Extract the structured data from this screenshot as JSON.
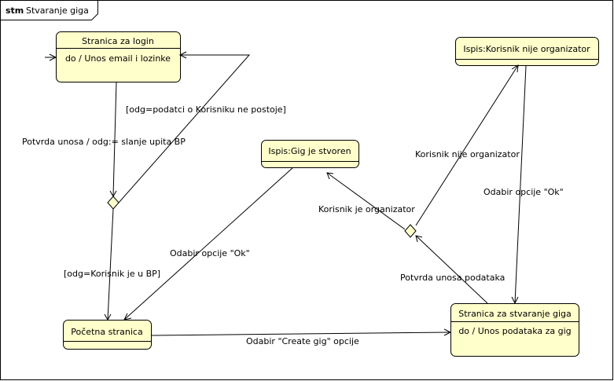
{
  "diagram": {
    "kind_label": "stm",
    "name": "Stvaranje giga"
  },
  "states": {
    "login": {
      "title": "Stranica za login",
      "activity": "do / Unos email i lozinke"
    },
    "gig_created": {
      "title": "Ispis:Gig je stvoren"
    },
    "not_organizer": {
      "title": "Ispis:Korisnik nije organizator"
    },
    "home": {
      "title": "Početna stranica"
    },
    "create_gig": {
      "title": "Stranica za stvaranje giga",
      "activity": "do / Unos podataka za gig"
    }
  },
  "transitions": {
    "login_submit": "Potvrda unosa / odg:= slanje upita BP",
    "user_missing": "[odg=podatci o Korisniku ne postoje]",
    "user_exists": "[odg=Korisnik je u BP]",
    "ok_to_home": "Odabir opcije \"Ok\"",
    "choose_create": "Odabir \"Create gig\" opcije",
    "data_submit": "Potvrda unosa podataka",
    "is_organizer": "Korisnik je organizator",
    "not_organizer": "Korisnik nije organizator",
    "ok_to_create": "Odabir opcije \"Ok\""
  }
}
